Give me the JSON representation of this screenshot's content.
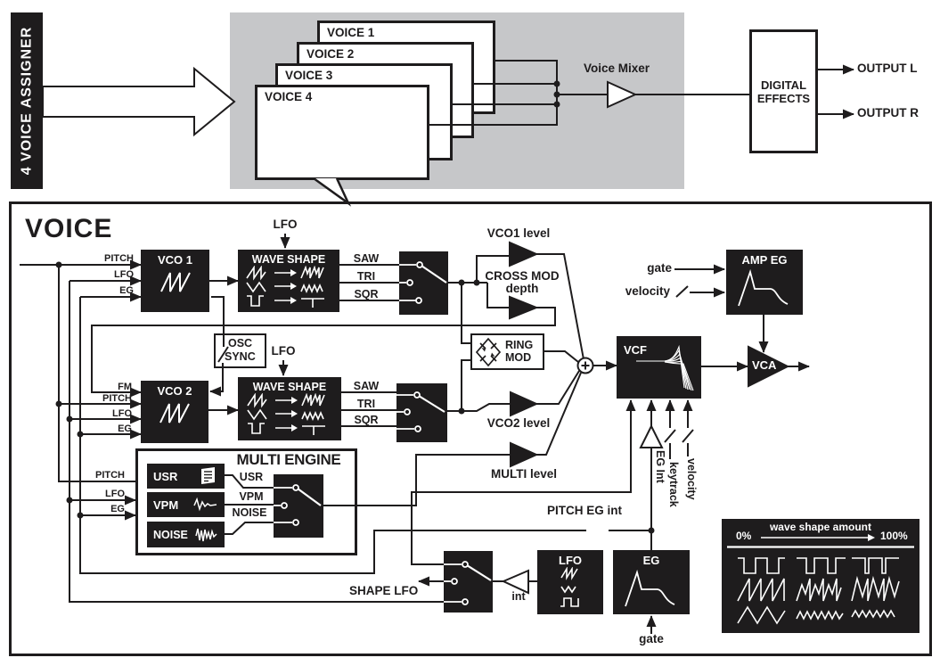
{
  "colors": {
    "ink": "#1e1c1d",
    "panel_gray": "#c6c7c9"
  },
  "top": {
    "assigner_label": "4 VOICE ASSIGNER",
    "voices": [
      "VOICE 1",
      "VOICE 2",
      "VOICE 3",
      "VOICE 4"
    ],
    "mixer_label": "Voice Mixer",
    "effects_lines": [
      "DIGITAL",
      "EFFECTS"
    ],
    "output_l": "OUTPUT L",
    "output_r": "OUTPUT R"
  },
  "voice": {
    "title": "VOICE",
    "vco1": {
      "title": "VCO 1",
      "inputs": [
        "PITCH",
        "LFO",
        "EG"
      ]
    },
    "vco2": {
      "title": "VCO 2",
      "inputs": [
        "FM",
        "PITCH",
        "LFO",
        "EG"
      ]
    },
    "wave_shape1": {
      "title": "WAVE SHAPE",
      "lfo_label": "LFO",
      "outputs": [
        "SAW",
        "TRI",
        "SQR"
      ]
    },
    "wave_shape2": {
      "title": "WAVE SHAPE",
      "lfo_label": "LFO",
      "outputs": [
        "SAW",
        "TRI",
        "SQR"
      ]
    },
    "osc_sync_lines": [
      "OSC",
      "SYNC"
    ],
    "ring_mod_lines": [
      "RING",
      "MOD"
    ],
    "cross_mod_lines": [
      "CROSS MOD",
      "depth"
    ],
    "vco1_level_label": "VCO1 level",
    "vco2_level_label": "VCO2 level",
    "multi_level_label": "MULTI level",
    "multi_engine": {
      "title": "MULTI ENGINE",
      "inputs": [
        "PITCH",
        "LFO",
        "EG"
      ],
      "blocks": [
        "USR",
        "VPM",
        "NOISE"
      ],
      "switch_labels": [
        "USR",
        "VPM",
        "NOISE"
      ]
    },
    "vcf": {
      "title": "VCF",
      "eg_int_label": "EG Int",
      "keytrack_label": "keytrack",
      "velocity_label": "velocity"
    },
    "vca_label": "VCA",
    "amp_eg": {
      "title": "AMP EG",
      "gate_label": "gate",
      "velocity_label": "velocity"
    },
    "eg": {
      "title": "EG",
      "gate_label": "gate"
    },
    "lfo": {
      "title": "LFO",
      "int_label": "int"
    },
    "shape_lfo_label": "SHAPE LFO",
    "pitch_eg_int_label": "PITCH EG int",
    "legend": {
      "title": "wave shape amount",
      "min": "0%",
      "max": "100%"
    }
  }
}
